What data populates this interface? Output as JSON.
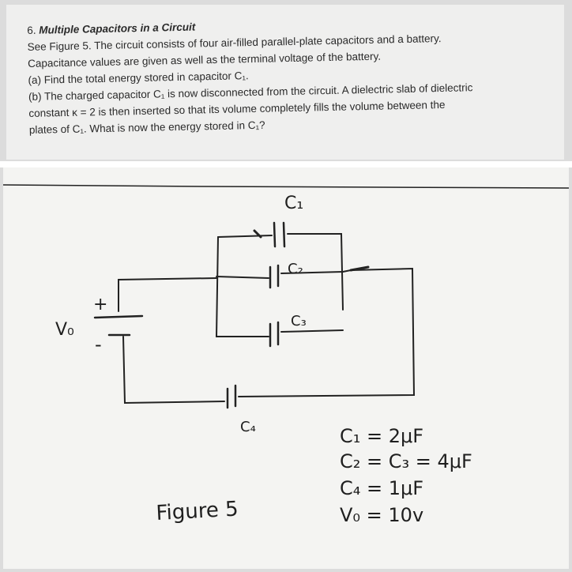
{
  "problem": {
    "number": "6.",
    "title": "Multiple Capacitors in a Circuit",
    "lines": [
      "See Figure 5. The circuit consists of four air-filled parallel-plate capacitors and a battery.",
      "Capacitance values are given as well as the terminal voltage of the battery.",
      "(a) Find the total energy stored in capacitor C₁.",
      "(b) The charged capacitor C₁ is now disconnected from the circuit. A dielectric slab of dielectric",
      "constant κ = 2 is then inserted so that its volume completely fills the volume between the",
      "plates of C₁. What is now the energy stored in C₁?"
    ]
  },
  "figure": {
    "label_c1": "C₁",
    "label_c2": "C₂",
    "label_c3": "C₃",
    "label_c4": "C₄",
    "label_v0": "V₀",
    "plus": "+",
    "minus": "-",
    "caption": "Figure 5",
    "values": [
      "C₁ = 2μF",
      "C₂ = C₃ = 4μF",
      "C₄ = 1μF",
      "V₀ = 10v"
    ]
  }
}
